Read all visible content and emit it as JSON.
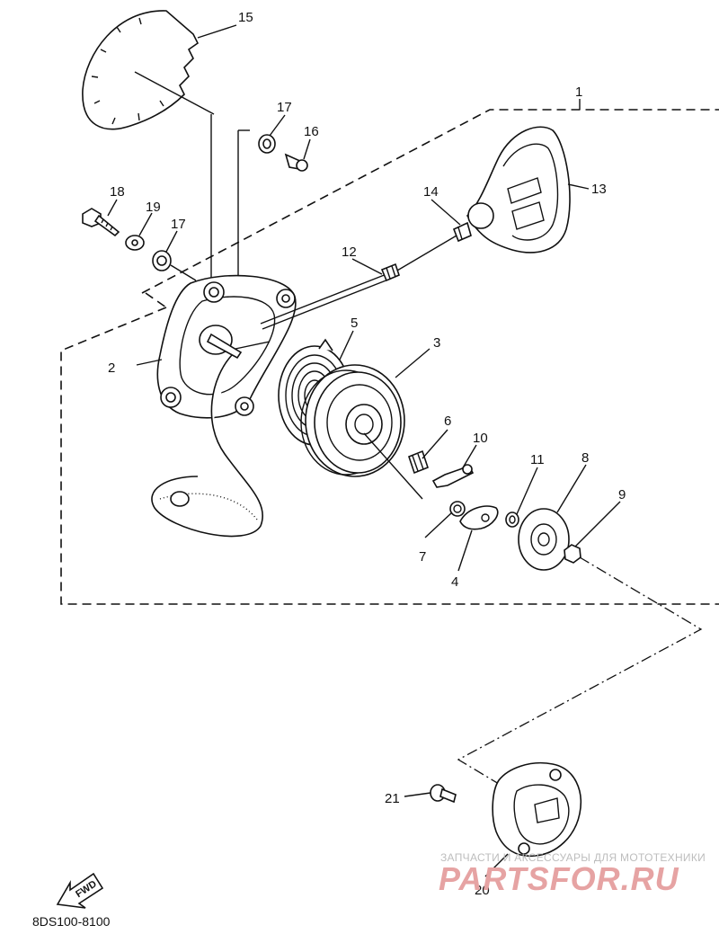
{
  "drawing_code": "8DS100-8100",
  "fwd_label": "FWD",
  "watermark": {
    "line1": "ЗАПЧАСТИ И АКСЕССУАРЫ ДЛЯ МОТОТЕХНИКИ",
    "line2": "PARTSFOR.RU"
  },
  "callouts": {
    "p1": "1",
    "p2": "2",
    "p3": "3",
    "p4": "4",
    "p5": "5",
    "p6": "6",
    "p7": "7",
    "p8": "8",
    "p9": "9",
    "p10": "10",
    "p11": "11",
    "p12": "12",
    "p13": "13",
    "p14": "14",
    "p15": "15",
    "p16": "16",
    "p17a": "17",
    "p17b": "17",
    "p18": "18",
    "p19": "19",
    "p20": "20",
    "p21": "21"
  }
}
